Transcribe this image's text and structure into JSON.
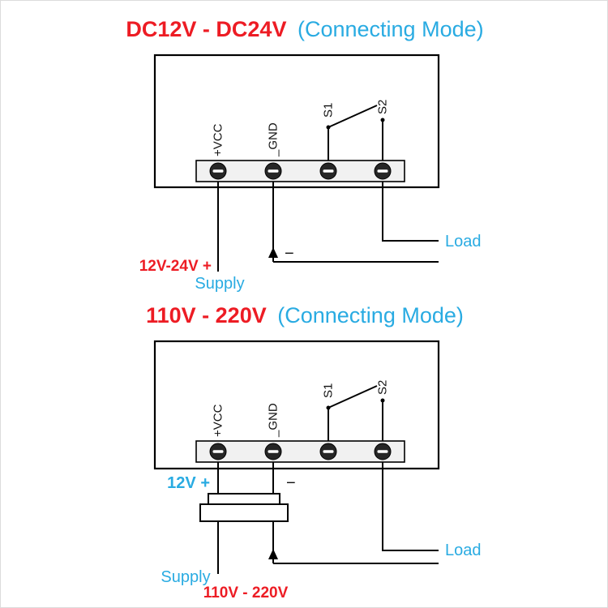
{
  "colors": {
    "red": "#ed1c24",
    "cyan": "#29abe2",
    "line": "#000000"
  },
  "diagram_dc": {
    "title_main": "DC12V - DC24V",
    "title_sub": "(Connecting Mode)",
    "terminals": [
      "+VCC",
      "_GND",
      "S1",
      "S2"
    ],
    "labels": {
      "supply_polarity": "12V-24V +",
      "supply": "Supply",
      "minus": "−",
      "load": "Load"
    }
  },
  "diagram_ac": {
    "title_main": "110V - 220V",
    "title_sub": "(Connecting Mode)",
    "terminals": [
      "+VCC",
      "_GND",
      "S1",
      "S2"
    ],
    "labels": {
      "plus": "12V +",
      "minus": "−",
      "supply": "Supply",
      "supply_voltage": "110V - 220V",
      "load": "Load"
    }
  }
}
